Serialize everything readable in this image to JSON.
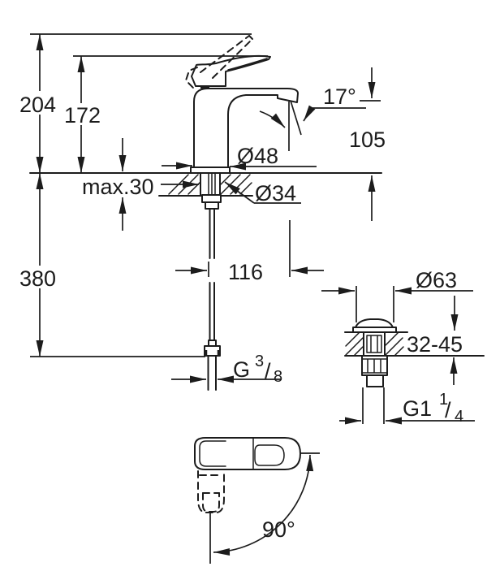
{
  "labels": {
    "overall_height": "204",
    "handle_height": "172",
    "spout_angle": "17°",
    "spout_outlet_height": "105",
    "body_diameter": "Ø48",
    "max_deck_thickness": "max.30",
    "hole_diameter": "Ø34",
    "supply_length": "380",
    "spout_reach": "116",
    "supply_thread_g": "G",
    "supply_thread_numerator": "3",
    "supply_thread_denominator": "8",
    "fraction_slash": "/",
    "drain_flange_diameter": "Ø63",
    "drain_deck_thickness_range": "32-45",
    "drain_thread_g": "G1",
    "drain_thread_numerator": "1",
    "drain_thread_denominator": "4",
    "handle_rotation_angle": "90°"
  }
}
